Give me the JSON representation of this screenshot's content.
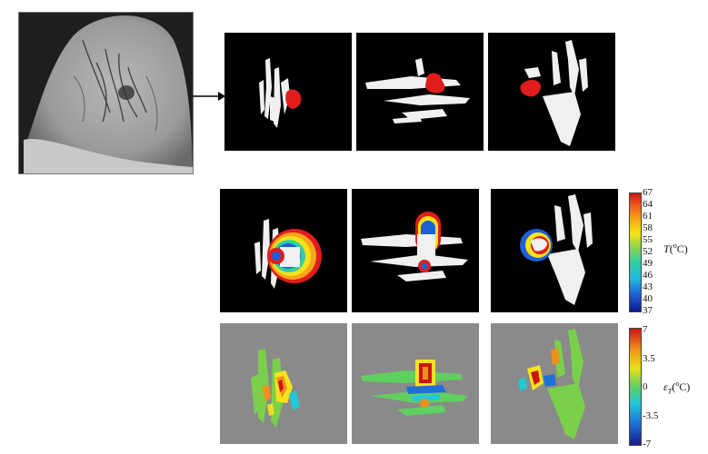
{
  "temperature_colorbar": {
    "ticks": [
      "67",
      "64",
      "61",
      "58",
      "55",
      "52",
      "49",
      "46",
      "43",
      "40",
      "37"
    ],
    "label_symbol": "T",
    "label_unit_open": "(",
    "label_degree": "o",
    "label_unit_close": "C)",
    "colors": [
      "#0a1a8c",
      "#1e5fd6",
      "#22b8e0",
      "#2fd0a0",
      "#9ad640",
      "#f6e21c",
      "#f6a51c",
      "#ef5a1c",
      "#cc1414"
    ]
  },
  "error_colorbar": {
    "ticks": [
      "7",
      "3.5",
      "0",
      "-3.5",
      "-7"
    ],
    "label_symbol": "ε",
    "label_subscript": "T",
    "label_unit_open": "(",
    "label_degree": "o",
    "label_unit_close": "C)",
    "colors": [
      "#1a1a8c",
      "#1e6fd6",
      "#22c8d8",
      "#5fd060",
      "#e8e020",
      "#f0901c",
      "#cc1414"
    ]
  },
  "icons": {
    "arrow": "right-arrow-icon"
  }
}
